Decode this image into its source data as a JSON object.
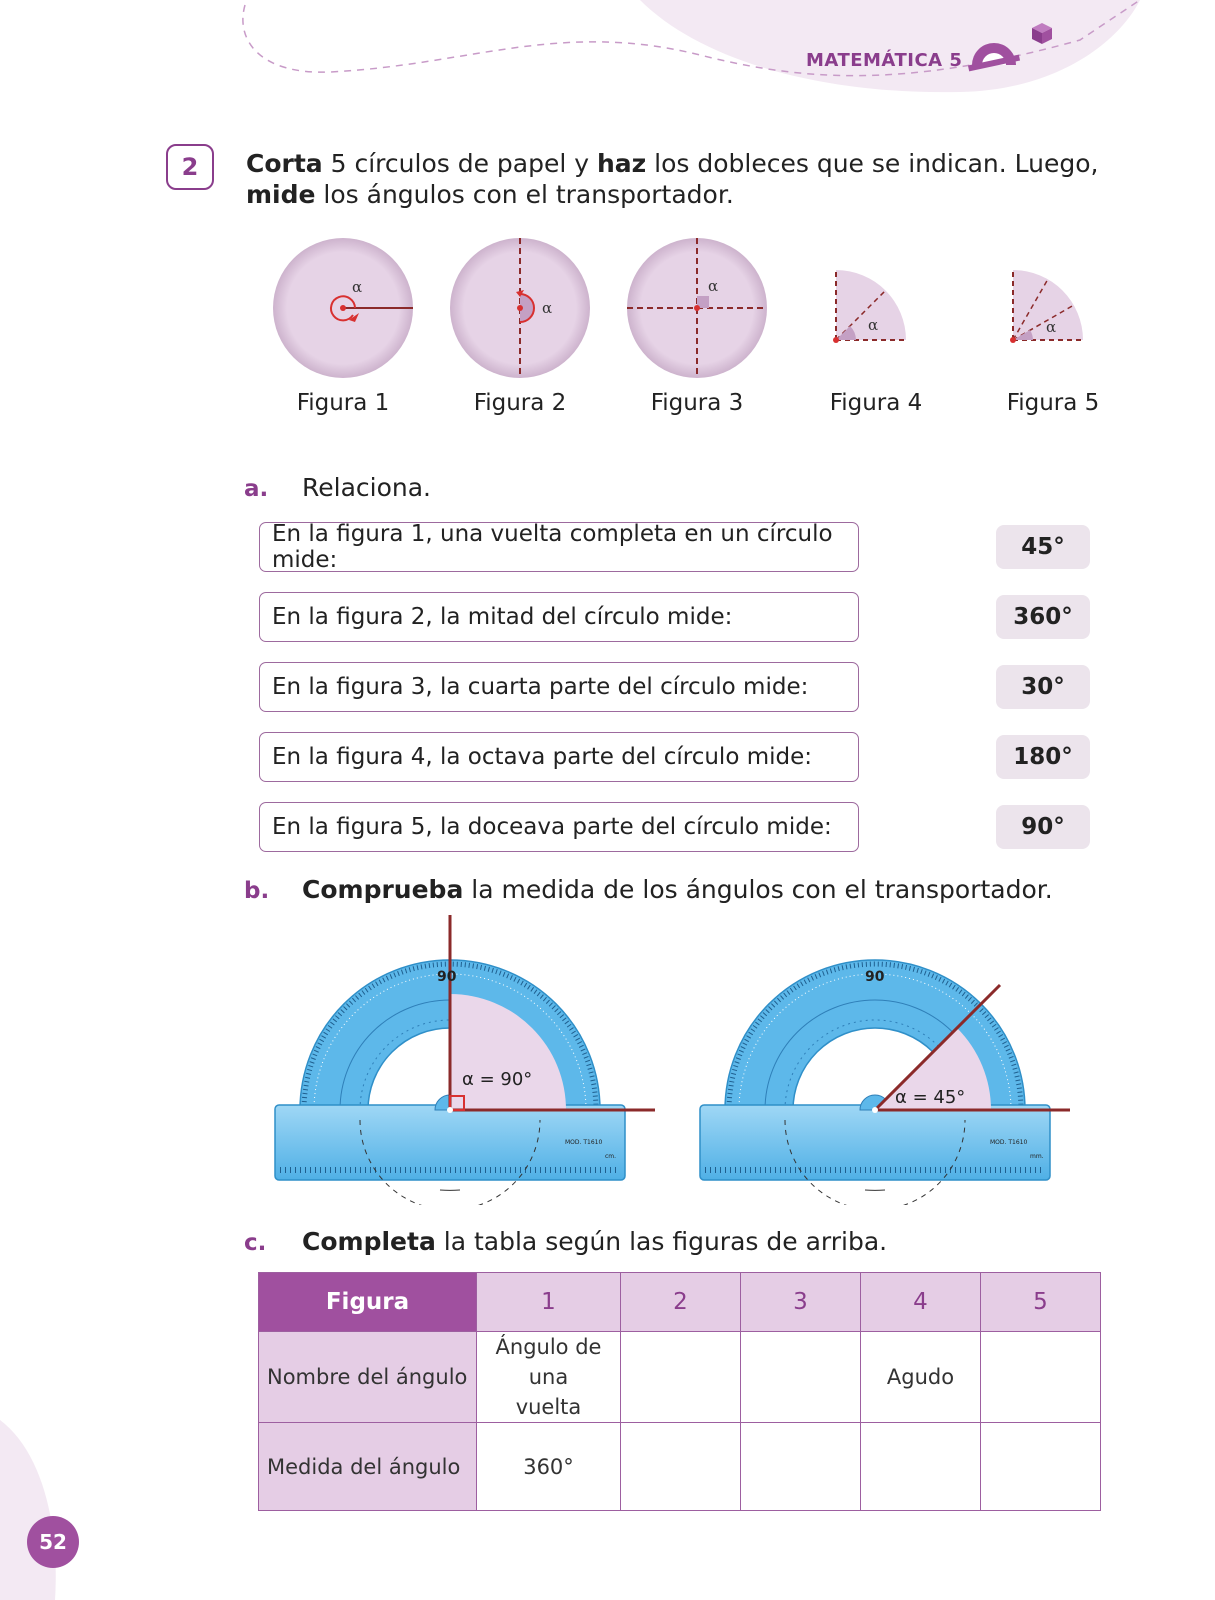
{
  "header": {
    "title": "MATEMÁTICA 5"
  },
  "activity": {
    "number": "2",
    "instruction_parts": [
      "Corta",
      " 5 círculos de papel y ",
      "haz",
      " los dobleces que se indican. Luego, ",
      "mide",
      " los ángulos con el transportador."
    ]
  },
  "figures": {
    "angle_symbol": "α",
    "labels": [
      "Figura 1",
      "Figura 2",
      "Figura 3",
      "Figura 4",
      "Figura 5"
    ]
  },
  "section_a": {
    "letter": "a.",
    "title": "Relaciona",
    "title_end": ".",
    "statements": [
      "En la figura 1, una vuelta completa en un círculo mide:",
      "En la figura 2, la mitad del círculo mide:",
      "En la figura 3, la cuarta parte del círculo mide:",
      "En la figura 4, la octava parte del círculo mide:",
      "En la figura 5, la doceava parte del círculo mide:"
    ],
    "options": [
      "45°",
      "360°",
      "30°",
      "180°",
      "90°"
    ]
  },
  "section_b": {
    "letter": "b.",
    "bold": "Comprueba",
    "rest": " la medida de los ángulos con el transportador.",
    "protractor_1": {
      "label": "α = 90°",
      "top_mark": "90"
    },
    "protractor_2": {
      "label": "α = 45°",
      "top_mark": "90"
    },
    "ruler_text": "MOD. T1610",
    "ruler_unit": "cm.",
    "ruler_unit2": "mm."
  },
  "section_c": {
    "letter": "c.",
    "bold": "Completa",
    "rest": " la tabla según las figuras de arriba.",
    "table": {
      "header_label": "Figura",
      "columns": [
        "1",
        "2",
        "3",
        "4",
        "5"
      ],
      "rows": [
        {
          "label": "Nombre del ángulo",
          "cells": [
            "Ángulo de una vuelta",
            "",
            "",
            "Agudo",
            ""
          ]
        },
        {
          "label": "Medida del ángulo",
          "cells": [
            "360°",
            "",
            "",
            "",
            ""
          ]
        }
      ]
    }
  },
  "page_number": "52",
  "colors": {
    "accent": "#a0509f",
    "accent_light": "#e5cde5",
    "fold_line": "#8b2a2a",
    "circle_fill": "#e6d3e6"
  }
}
